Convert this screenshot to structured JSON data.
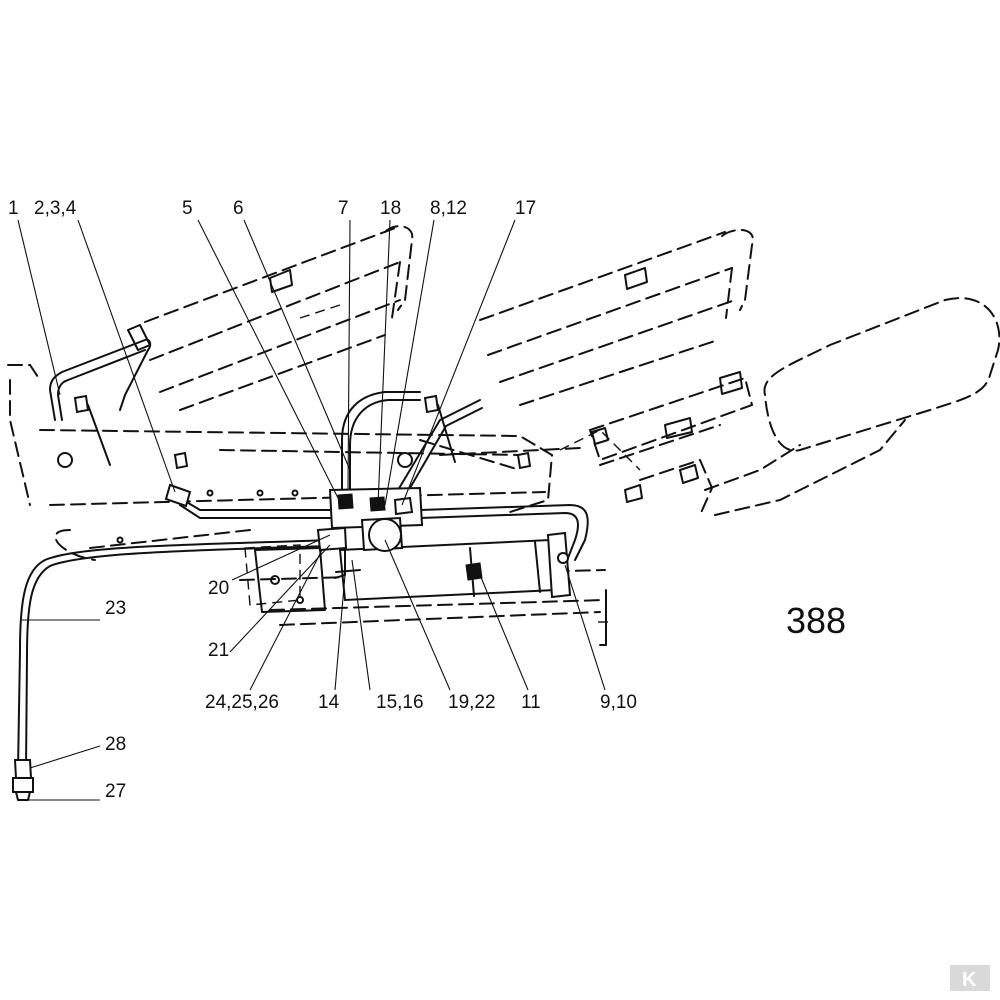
{
  "figure": {
    "number": "388"
  },
  "callouts": [
    {
      "id": "c1",
      "text": "1"
    },
    {
      "id": "c2",
      "text": "2,3,4"
    },
    {
      "id": "c5",
      "text": "5"
    },
    {
      "id": "c6",
      "text": "6"
    },
    {
      "id": "c7",
      "text": "7"
    },
    {
      "id": "c18",
      "text": "18"
    },
    {
      "id": "c8",
      "text": "8,12"
    },
    {
      "id": "c17",
      "text": "17"
    },
    {
      "id": "c20",
      "text": "20"
    },
    {
      "id": "c23",
      "text": "23"
    },
    {
      "id": "c21",
      "text": "21"
    },
    {
      "id": "c24",
      "text": "24,25,26"
    },
    {
      "id": "c14",
      "text": "14"
    },
    {
      "id": "c15",
      "text": "15,16"
    },
    {
      "id": "c19",
      "text": "19,22"
    },
    {
      "id": "c11",
      "text": "11"
    },
    {
      "id": "c9",
      "text": "9,10"
    },
    {
      "id": "c28",
      "text": "28"
    },
    {
      "id": "c27",
      "text": "27"
    }
  ],
  "logo": {
    "mark": "K"
  }
}
